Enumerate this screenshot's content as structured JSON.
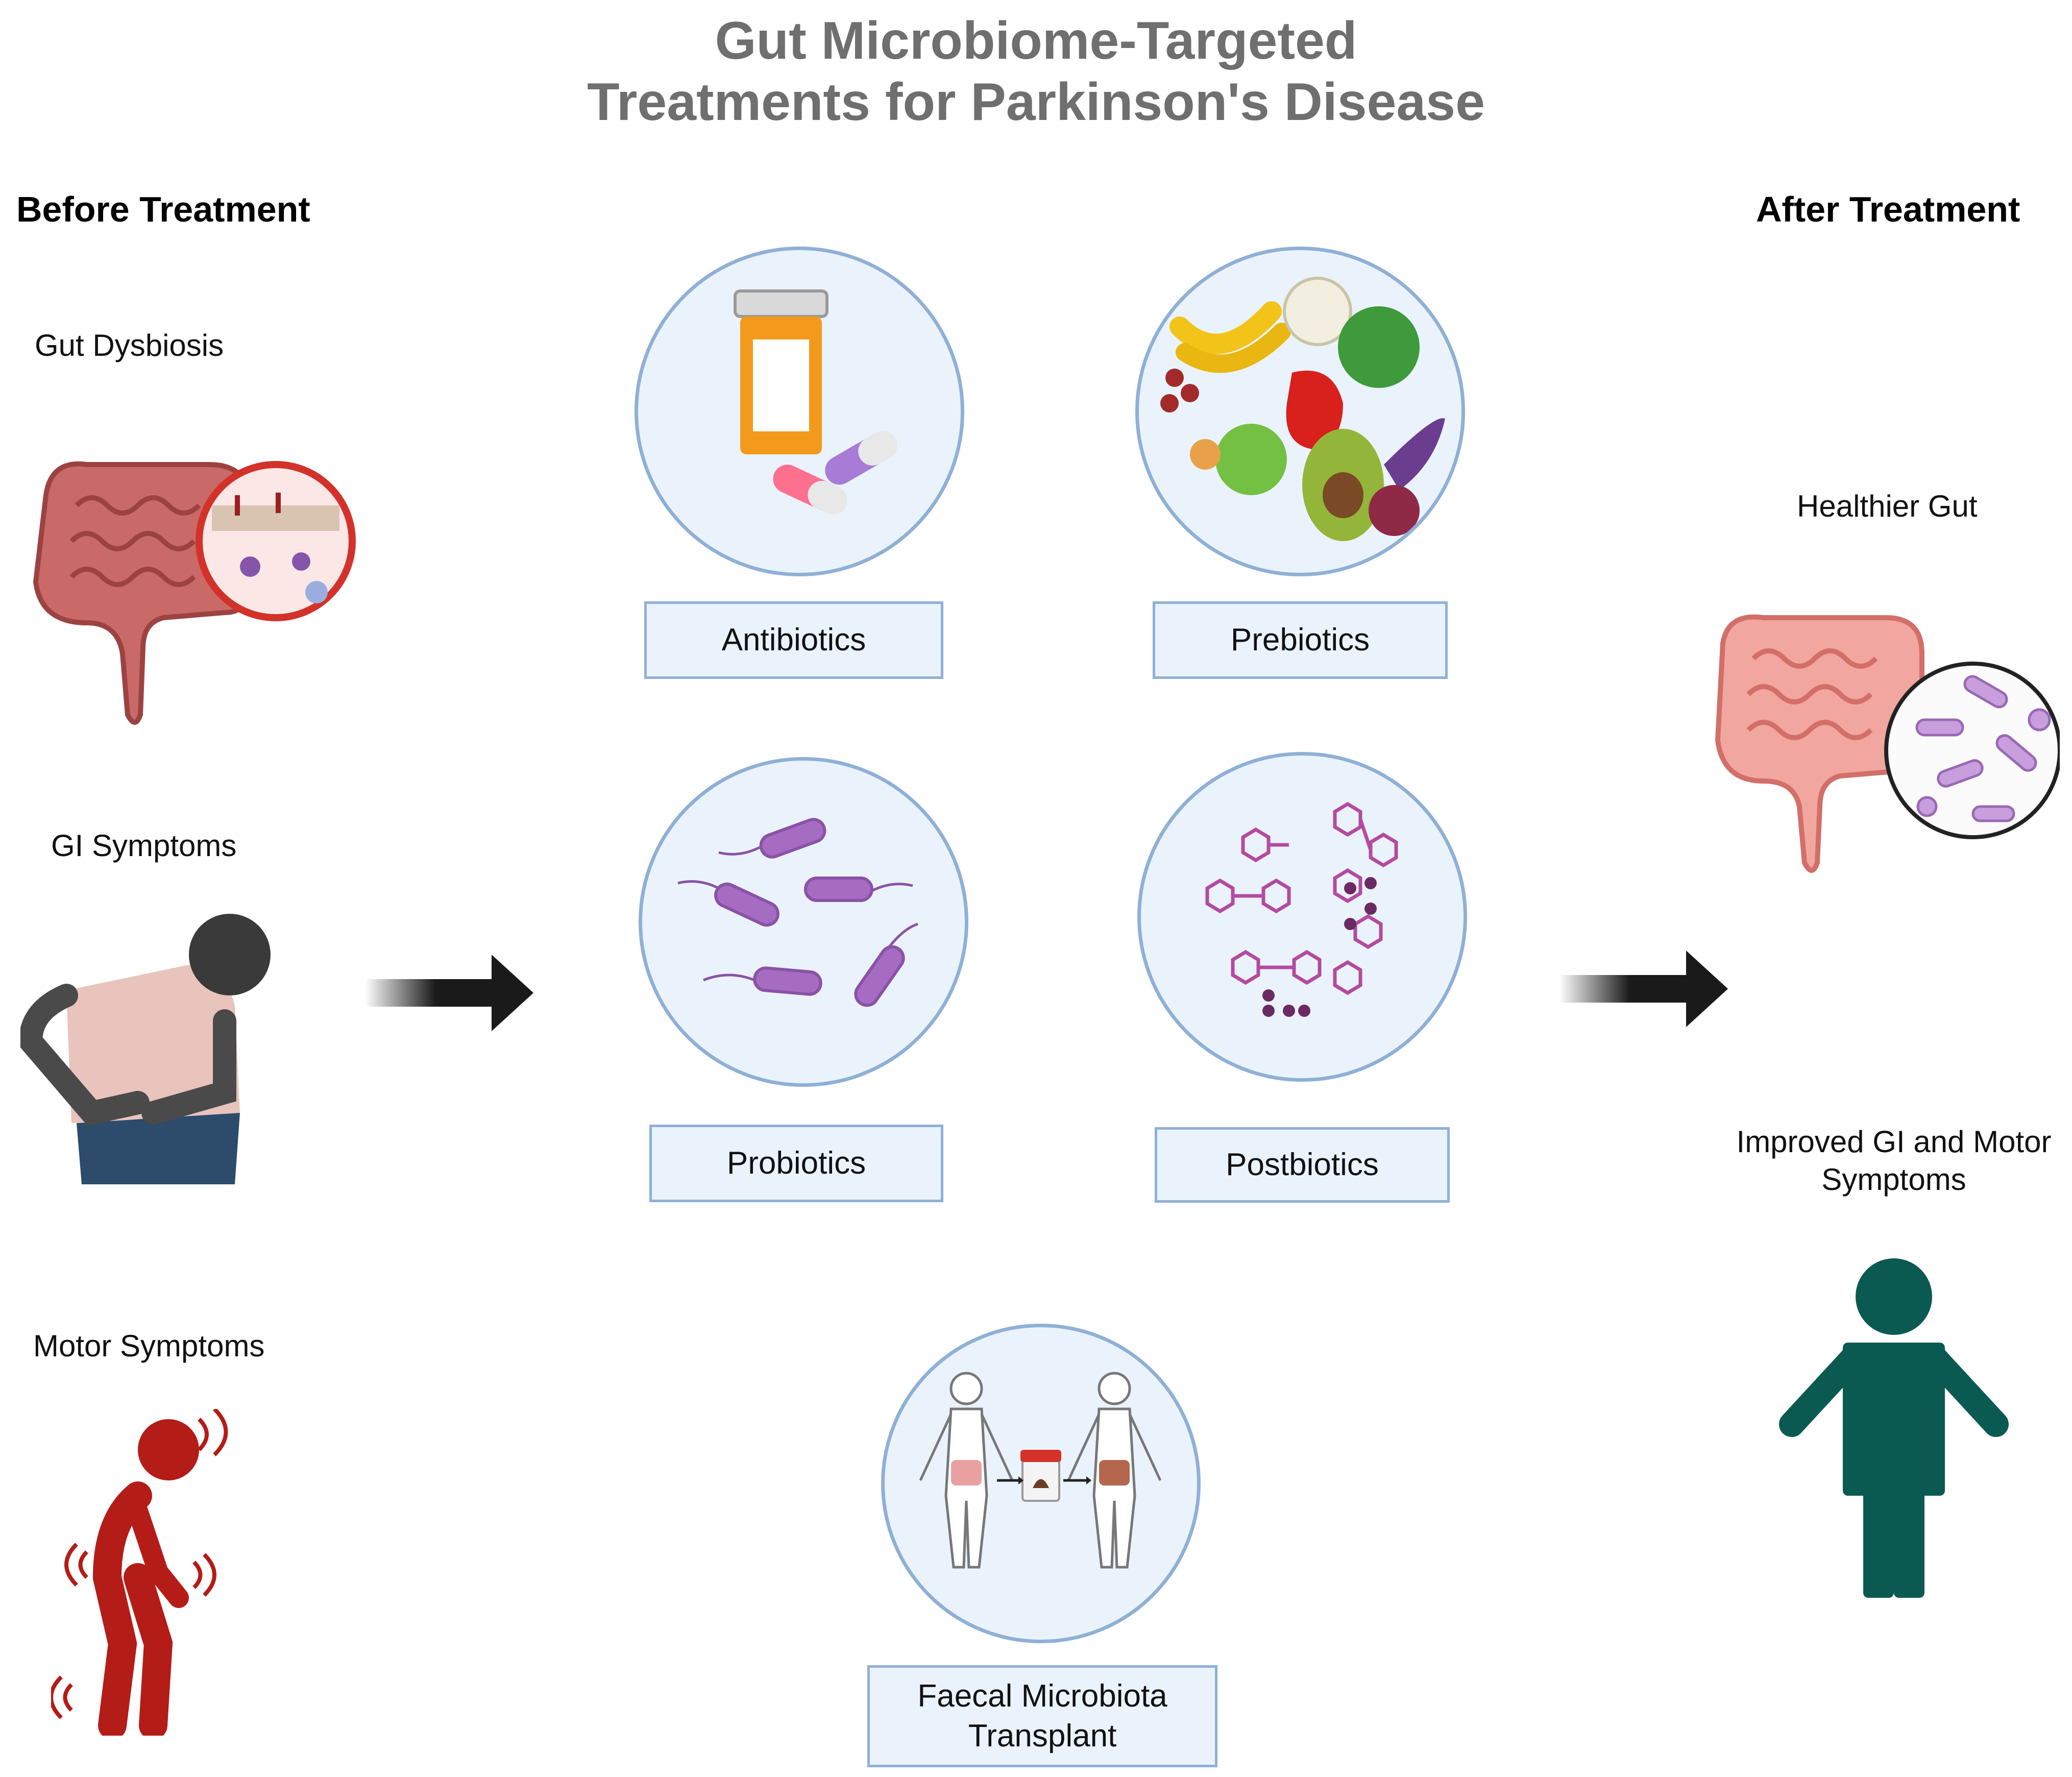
{
  "title": {
    "line1": "Gut Microbiome-Targeted",
    "line2": "Treatments for Parkinson's Disease"
  },
  "before": {
    "heading": "Before Treatment",
    "items": [
      {
        "label": "Gut Dysbiosis",
        "icon": "dysbiosis-intestine-icon"
      },
      {
        "label": "GI Symptoms",
        "icon": "stomach-pain-person-icon"
      },
      {
        "label": "Motor Symptoms",
        "icon": "tremor-person-icon"
      }
    ]
  },
  "treatments": [
    {
      "label": "Antibiotics",
      "icon": "pill-bottle-capsules-icon"
    },
    {
      "label": "Prebiotics",
      "icon": "fruits-vegetables-icon"
    },
    {
      "label": "Probiotics",
      "icon": "bacteria-icon"
    },
    {
      "label": "Postbiotics",
      "icon": "metabolite-molecules-icon"
    },
    {
      "label": "Faecal Microbiota Transplant",
      "icon": "fecal-transplant-icon"
    }
  ],
  "after": {
    "heading": "After Treatment",
    "items": [
      {
        "label": "Healthier Gut",
        "icon": "healthy-intestine-icon"
      },
      {
        "label": "Improved GI and Motor Symptoms",
        "icon": "healthy-person-icon"
      }
    ]
  },
  "colors": {
    "title": "#6f6f6f",
    "circle_fill": "#eaf3fc",
    "circle_border": "#8fb0d6",
    "arrow": "#1a1a1a",
    "motor_red": "#b41c17",
    "healthy_green": "#0b5a52",
    "bacteria_purple": "#a56cc1"
  }
}
